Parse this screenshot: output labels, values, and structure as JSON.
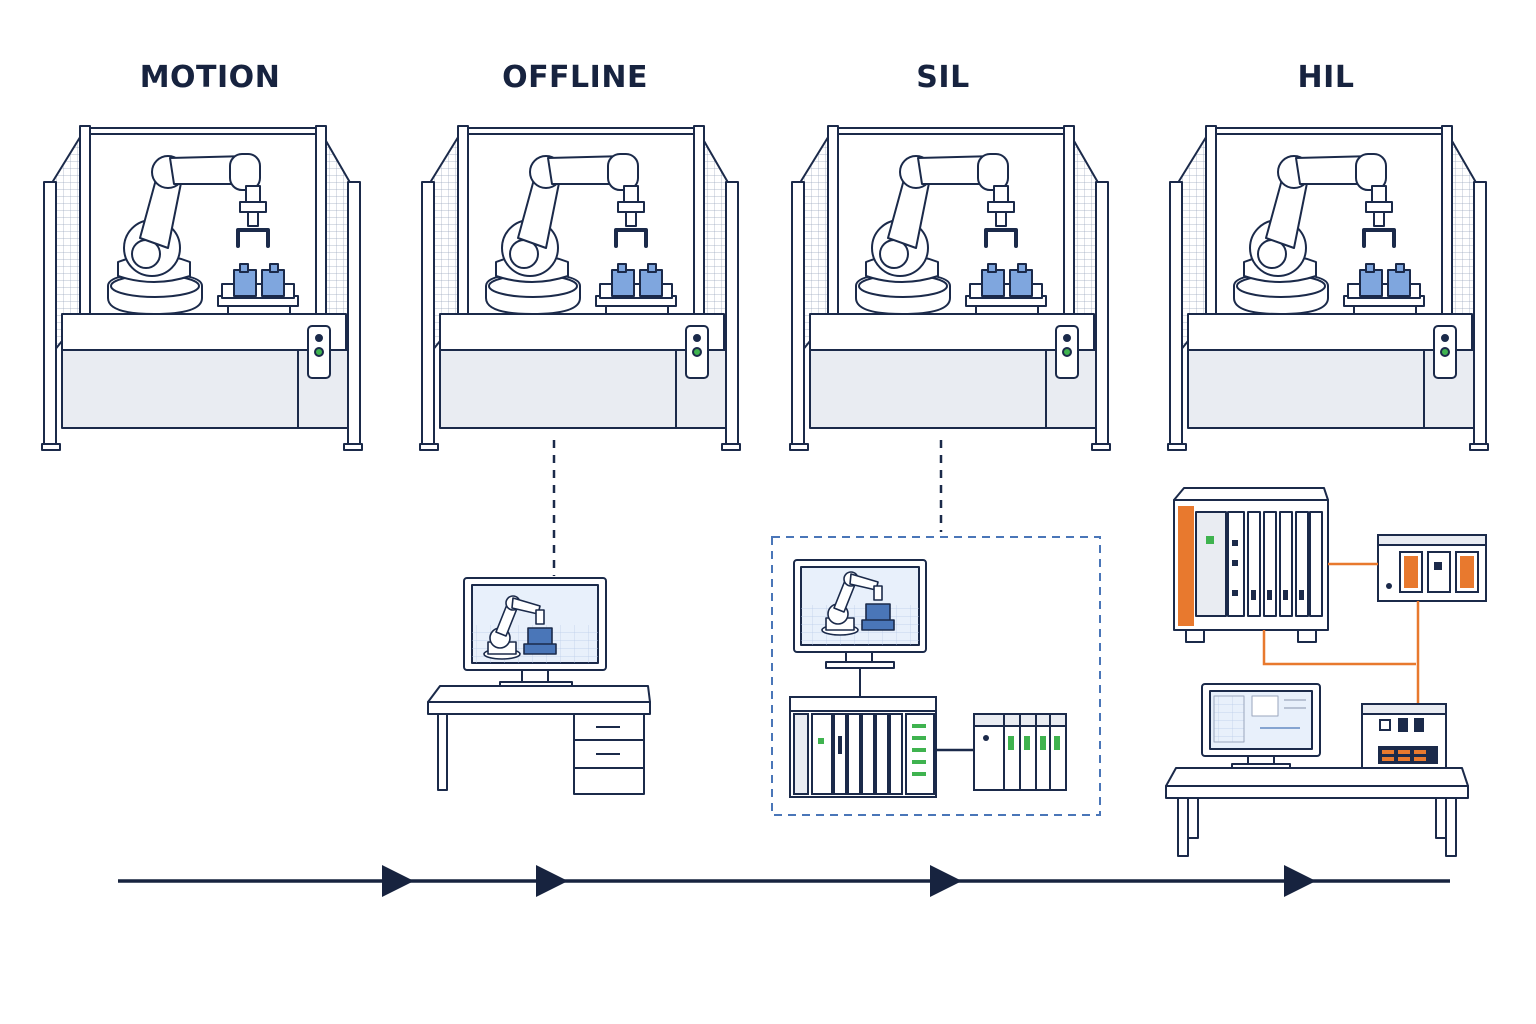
{
  "stages": [
    {
      "id": "motion",
      "title": "MOTION"
    },
    {
      "id": "offline",
      "title": "OFFLINE"
    },
    {
      "id": "sil",
      "title": "SIL"
    },
    {
      "id": "hil",
      "title": "HIL"
    }
  ],
  "colors": {
    "line": "#1b2a4a",
    "fill": "#ffffff",
    "panel": "#e9ecf2",
    "part": "#7fa6de",
    "accent_orange": "#e8792e",
    "status_green": "#3fb34f",
    "dashed_box": "#4a76b8",
    "timeline": "#17233f"
  },
  "icons": [
    "robot-cell-icon",
    "robot-arm-icon",
    "gripper-icon",
    "monitor-icon",
    "desk-icon",
    "plc-rack-icon",
    "io-module-icon",
    "timeline-arrow-icon"
  ]
}
